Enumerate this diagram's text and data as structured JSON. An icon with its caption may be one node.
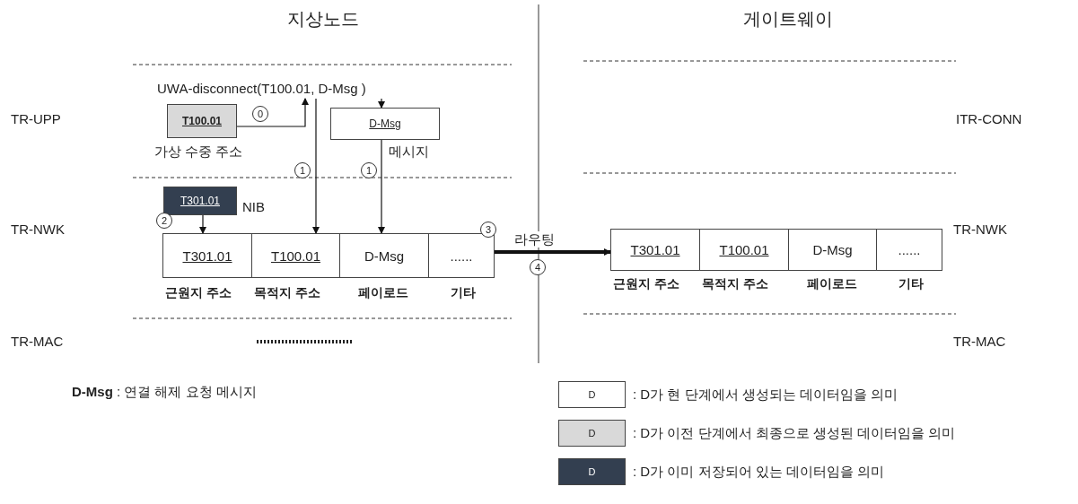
{
  "diagram": {
    "nodes": [
      {
        "text": [
          "T100.01"
        ],
        "beside": [
          "가상 수중 주소"
        ]
      },
      {
        "text": [
          "UWA-disconnect(T100.01, D-Msg )"
        ]
      },
      {
        "text": [
          "D-Msg"
        ],
        "beside": [
          "메시지"
        ]
      },
      {
        "text": [
          "T301.01"
        ],
        "beside": [
          "NIB"
        ]
      },
      {
        "text": [],
        "shape": "box"
      },
      {
        "text": [
          "T301.01"
        ],
        "in": 4,
        "beside": [
          "근원지 주소"
        ]
      },
      {
        "text": [
          "T100.01"
        ],
        "in": 4,
        "beside": [
          "목적지 주소"
        ]
      },
      {
        "text": [
          "D-Msg"
        ],
        "in": 4,
        "beside": [
          "페이로드"
        ]
      },
      {
        "text": [
          "......"
        ],
        "in": 4,
        "beside": [
          "기타"
        ]
      },
      {
        "text": [],
        "shape": "box"
      },
      {
        "text": [
          "T301.01"
        ],
        "in": 9,
        "beside": [
          "근원지 주소"
        ]
      },
      {
        "text": [
          "T100.01"
        ],
        "in": 9,
        "beside": [
          "목적지 주소"
        ]
      },
      {
        "text": [
          "D-Msg"
        ],
        "in": 9,
        "beside": [
          "페이로드"
        ]
      },
      {
        "text": [
          "......"
        ],
        "in": 9,
        "beside": [
          "기타"
        ]
      }
    ],
    "edges": [
      {
        "from": 0,
        "to": 1,
        "arrow": "to"
      },
      {
        "from": 1,
        "to": 6,
        "arrow": "to"
      },
      {
        "from": 1,
        "to": 2,
        "arrow": "to"
      },
      {
        "from": 2,
        "to": 7,
        "arrow": "to"
      },
      {
        "from": 3,
        "to": 5,
        "arrow": "to"
      },
      {
        "from": 4,
        "to": 9,
        "arrow": "to",
        "label": "라우팅",
        "style": "thick"
      }
    ],
    "labels": [
      "지상노드",
      "게이트웨이",
      "TR-UPP",
      "ITR-CONN",
      "TR-NWK",
      "TR-NWK",
      "TR-MAC",
      "TR-MAC",
      "0",
      "1",
      "1",
      "2",
      "3",
      "4",
      "**D-Msg** : 연결 해제 요청 메시지",
      "D",
      "D",
      "D"
    ],
    "legend": [
      {
        "text": ": D가 현 단계에서 생성되는 데이터임을 의미",
        "color": "#ffffff"
      },
      {
        "text": ": D가 이전 단계에서 최종으로 생성된 데이터임을 의미",
        "color": "#d9d9d9"
      },
      {
        "text": ": D가 이미 저장되어 있는 데이터임을 의미",
        "color": "#333f50"
      }
    ]
  }
}
